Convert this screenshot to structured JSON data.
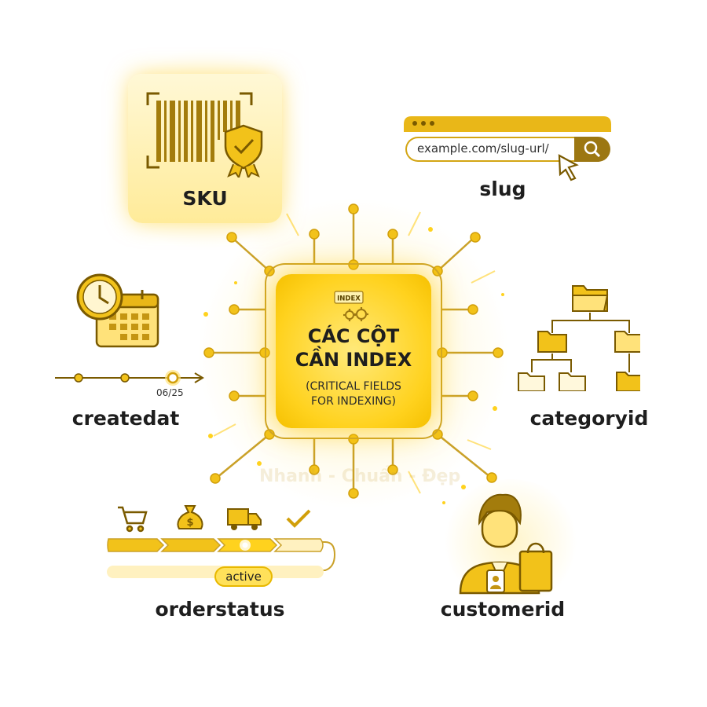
{
  "center": {
    "badge": "INDEX",
    "title_line1": "CÁC CỘT",
    "title_line2": "CẦN INDEX",
    "subtitle_line1": "(CRITICAL FIELDS",
    "subtitle_line2": "FOR INDEXING)"
  },
  "fields": {
    "sku": "SKU",
    "slug": "slug",
    "createdat": "createdat",
    "categoryid": "categoryid",
    "orderstatus": "orderstatus",
    "customerid": "customerid"
  },
  "slug_url": "example.com/slug-url/",
  "createdat_date": "06/25",
  "orderstatus_active": "active",
  "watermark": "Nhanh - Chuẩn - Đẹp",
  "colors": {
    "accent": "#ffd21e",
    "dark_gold": "#9c7712",
    "line": "#caa128",
    "text": "#1e1e1e"
  }
}
